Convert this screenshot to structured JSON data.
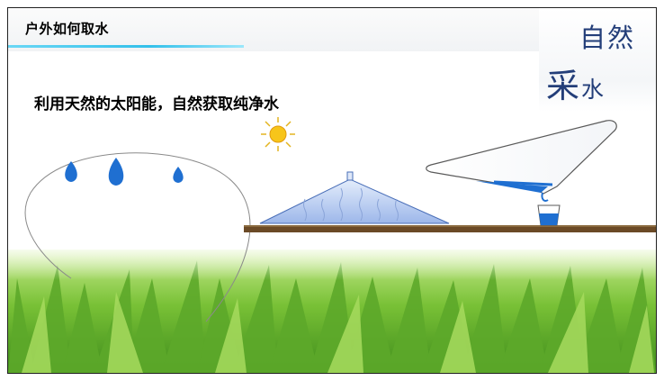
{
  "slide": {
    "title": "户外如何取水",
    "subtitle": "利用天然的太阳能，自然获取纯净水",
    "corner_word_1": "自然",
    "corner_word_2_big": "采",
    "corner_word_2_small": "水"
  },
  "colors": {
    "title_rule": "#33c0ea",
    "corner_text": "#233e79",
    "water": "#1f6fd1",
    "sun": "#f7c51a",
    "ground": "#6b4a26",
    "grass": "#7dc33a"
  },
  "icons": {
    "sun": "sun-icon",
    "droplet": "water-drop-icon"
  }
}
